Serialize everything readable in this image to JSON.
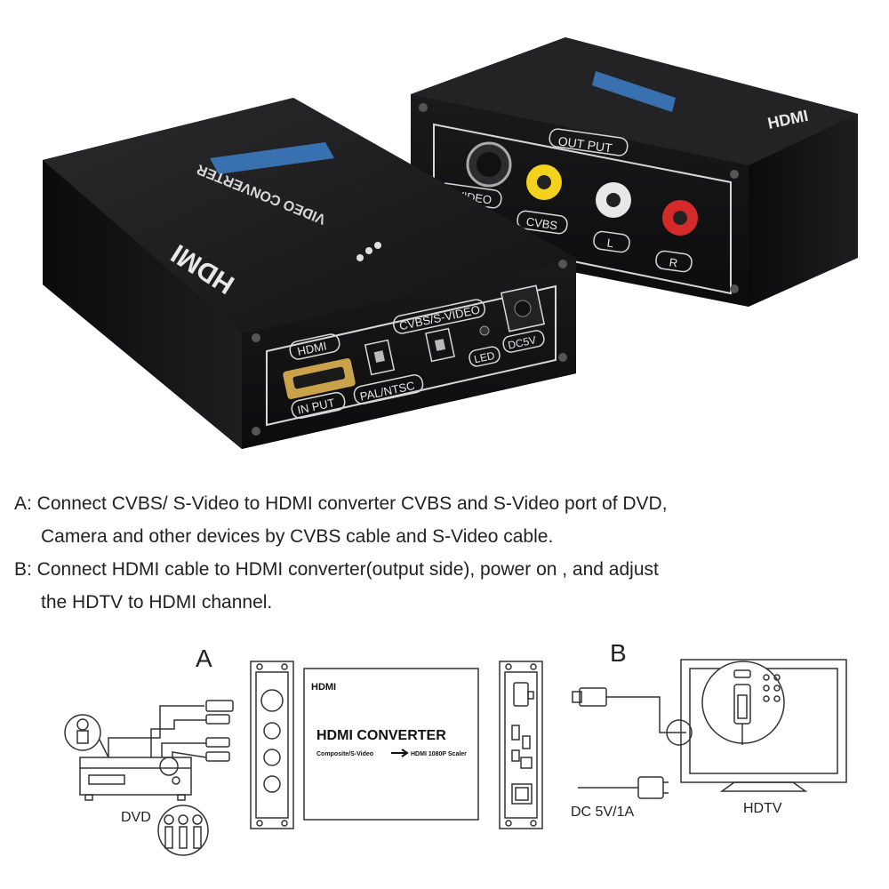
{
  "device_labels": {
    "brand": "HDMI",
    "tagline": "VIDEO CONVERTER",
    "input_front": {
      "hdmi": "HDMI",
      "input": "IN PUT",
      "pal_ntsc": "PAL/NTSC",
      "cvbs_svideo": "CVBS/S-VIDEO",
      "led": "LED",
      "dc5v": "DC5V"
    },
    "output_back": {
      "output": "OUT PUT",
      "svideo": "S-VIDEO",
      "cvbs": "CVBS",
      "left": "L",
      "right": "R"
    }
  },
  "instructions": {
    "a_line1": "A: Connect CVBS/ S-Video to HDMI converter CVBS and S-Video port of DVD,",
    "a_line2": "Camera and other devices by CVBS cable and S-Video cable.",
    "b_line1": "B: Connect HDMI cable to HDMI converter(output side), power on , and adjust",
    "b_line2": "the HDTV to HDMI channel."
  },
  "diagram": {
    "label_a": "A",
    "label_b": "B",
    "dvd": "DVD",
    "hdtv": "HDTV",
    "power": "DC 5V/1A",
    "box_brand": "HDMI",
    "box_title": "HDMI CONVERTER",
    "box_sub_left": "Composite/S-Video",
    "box_sub_right": "HDMI 1080P Scaler"
  },
  "colors": {
    "device_body": "#1b1b1d",
    "label_line": "#d8d8d8",
    "hdmi_port": "#c9a24a",
    "rca_yellow": "#f2d21c",
    "rca_white": "#e8e8e8",
    "rca_red": "#d42a2a"
  }
}
